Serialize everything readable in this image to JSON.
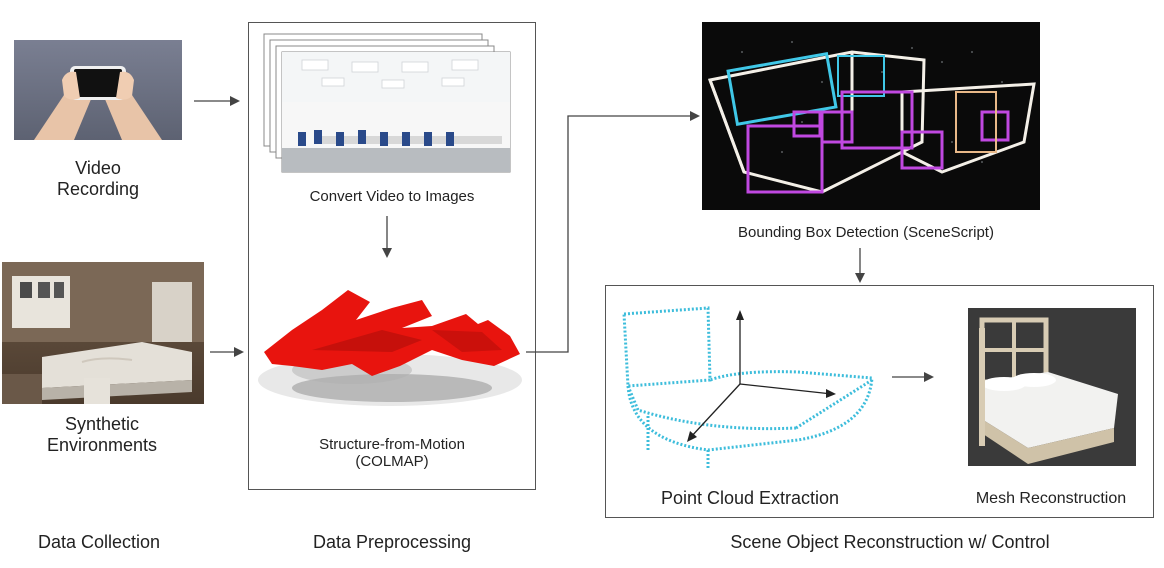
{
  "collection": {
    "video_label_line1": "Video",
    "video_label_line2": "Recording",
    "synthetic_label_line1": "Synthetic",
    "synthetic_label_line2": "Environments"
  },
  "preprocessing": {
    "convert_label": "Convert Video to Images",
    "sfm_label_line1": "Structure-from-Motion",
    "sfm_label_line2": "(COLMAP)"
  },
  "reconstruction": {
    "bbox_label": "Bounding Box Detection (SceneScript)",
    "point_cloud_label": "Point Cloud Extraction",
    "mesh_label": "Mesh Reconstruction"
  },
  "stages": {
    "collection": "Data Collection",
    "preprocessing": "Data Preprocessing",
    "reconstruction": "Scene Object Reconstruction w/ Control"
  },
  "colors": {
    "sfm_red": "#e8140e",
    "bbox_magenta": "#c048e0",
    "bbox_cyan": "#40c8e8",
    "point_cloud_cyan": "#29b6d8",
    "mesh_bg": "#3a3a3a"
  }
}
